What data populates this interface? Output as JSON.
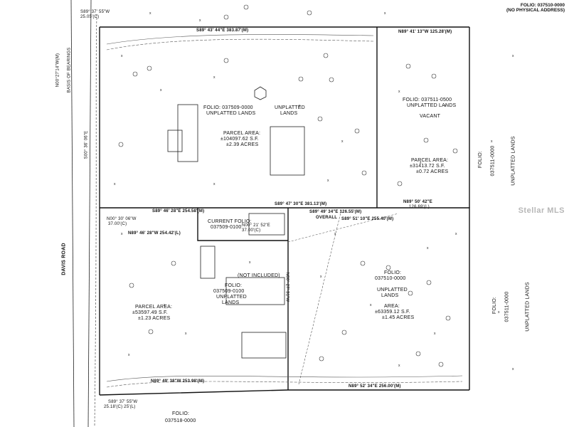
{
  "header": {
    "folio_line1": "FOLIO: 037510-0000",
    "folio_line2": "(NO PHYSICAL ADDRESS)"
  },
  "road": {
    "name": "DAVIS ROAD",
    "bearing": "N00°27'14\"W(M)",
    "basis": "BASIS OF BEARINGS"
  },
  "bearings": {
    "top_left": "S89° 37' 55\"W",
    "top_left_dist": "25.05'(C)",
    "top_mid": "S89° 43' 44\"E 383.87'(M)",
    "top_right": "N89° 41' 13\"W 125.28'(M)",
    "mid_left_top": "N00° 30' 06\"W",
    "mid_left_top_dist": "37.00'(C)",
    "mid_left": "S89° 46' 28\"E 254.58'(M)",
    "mid_left_low": "N89° 46' 28\"W 254.42'(L)",
    "mid_center": "S89° 47' 30\"E 381.13'(M)",
    "mid_small": "N00° 21' 52\"E",
    "mid_small_dist": "37.00'(C)",
    "mid_right_a": "S89° 49' 34\"E 126.55'(M)",
    "mid_right_b": "N89° 50' 42\"E",
    "mid_right_b_dist": "126.69'(L)",
    "overall": "OVERALL",
    "overall_line": "S89° 51' 10\"E 255.40'(M)",
    "bottom_left": "N89° 49' 38\"W 253.98'(M)",
    "bottom_left_b": "S89° 37' 55\"W",
    "bottom_left_dist": "25.18'(C) 25'(L)",
    "bottom_right": "N89° 52' 34\"E 256.00'(M)",
    "vert_left": "S00° 36' 06\"E",
    "vert_right": "N00° 27' 31\"W"
  },
  "parcels": {
    "upper_left": {
      "folio": "FOLIO: 037509-0000",
      "status": "UNPLATTED LANDS",
      "area_label": "PARCEL AREA:",
      "area_sf": "±104097.62 S.F.",
      "area_ac": "±2.39 ACRES"
    },
    "upper_center_label": "UNPLATTED",
    "upper_center_label2": "LANDS",
    "upper_right": {
      "folio": "FOLIO: 037511-0500",
      "status": "UNPLATTED LANDS",
      "vacant": "VACANT",
      "area_label": "PARCEL AREA:",
      "area_sf": "±31413.72 S.F.",
      "area_ac": "±0.72 ACRES"
    },
    "current": {
      "label": "CURRENT FOLIO:",
      "folio": "037509-0100"
    },
    "not_included": "(NOT INCLUDED)",
    "lower_center": {
      "folio": "FOLIO:",
      "folio_no": "037509-0100",
      "status": "UNPLATTED",
      "status2": "LANDS"
    },
    "lower_left": {
      "area_label": "PARCEL AREA:",
      "area_sf": "±53597.49 S.F.",
      "area_ac": "±1.23 ACRES"
    },
    "lower_right": {
      "folio": "FOLIO:",
      "folio_no": "037510-0000",
      "status": "UNPLATTED",
      "status2": "LANDS",
      "area_label": "AREA:",
      "area_sf": "±63359.12 S.F.",
      "area_ac": "±1.45 ACRES"
    },
    "far_right_upper": {
      "folio": "FOLIO:",
      "folio_no": "037511-0000",
      "status": "UNPLATTED LANDS"
    },
    "far_right_lower": {
      "folio": "FOLIO:",
      "folio_no": "037511-0000",
      "status": "UNPLATTED LANDS"
    },
    "bottom": {
      "folio": "FOLIO:",
      "folio_no": "037518-0000"
    }
  },
  "watermark": "Stellar MLS",
  "colors": {
    "line": "#111111",
    "light_line": "#777777",
    "watermark": "#b7b7b7"
  }
}
